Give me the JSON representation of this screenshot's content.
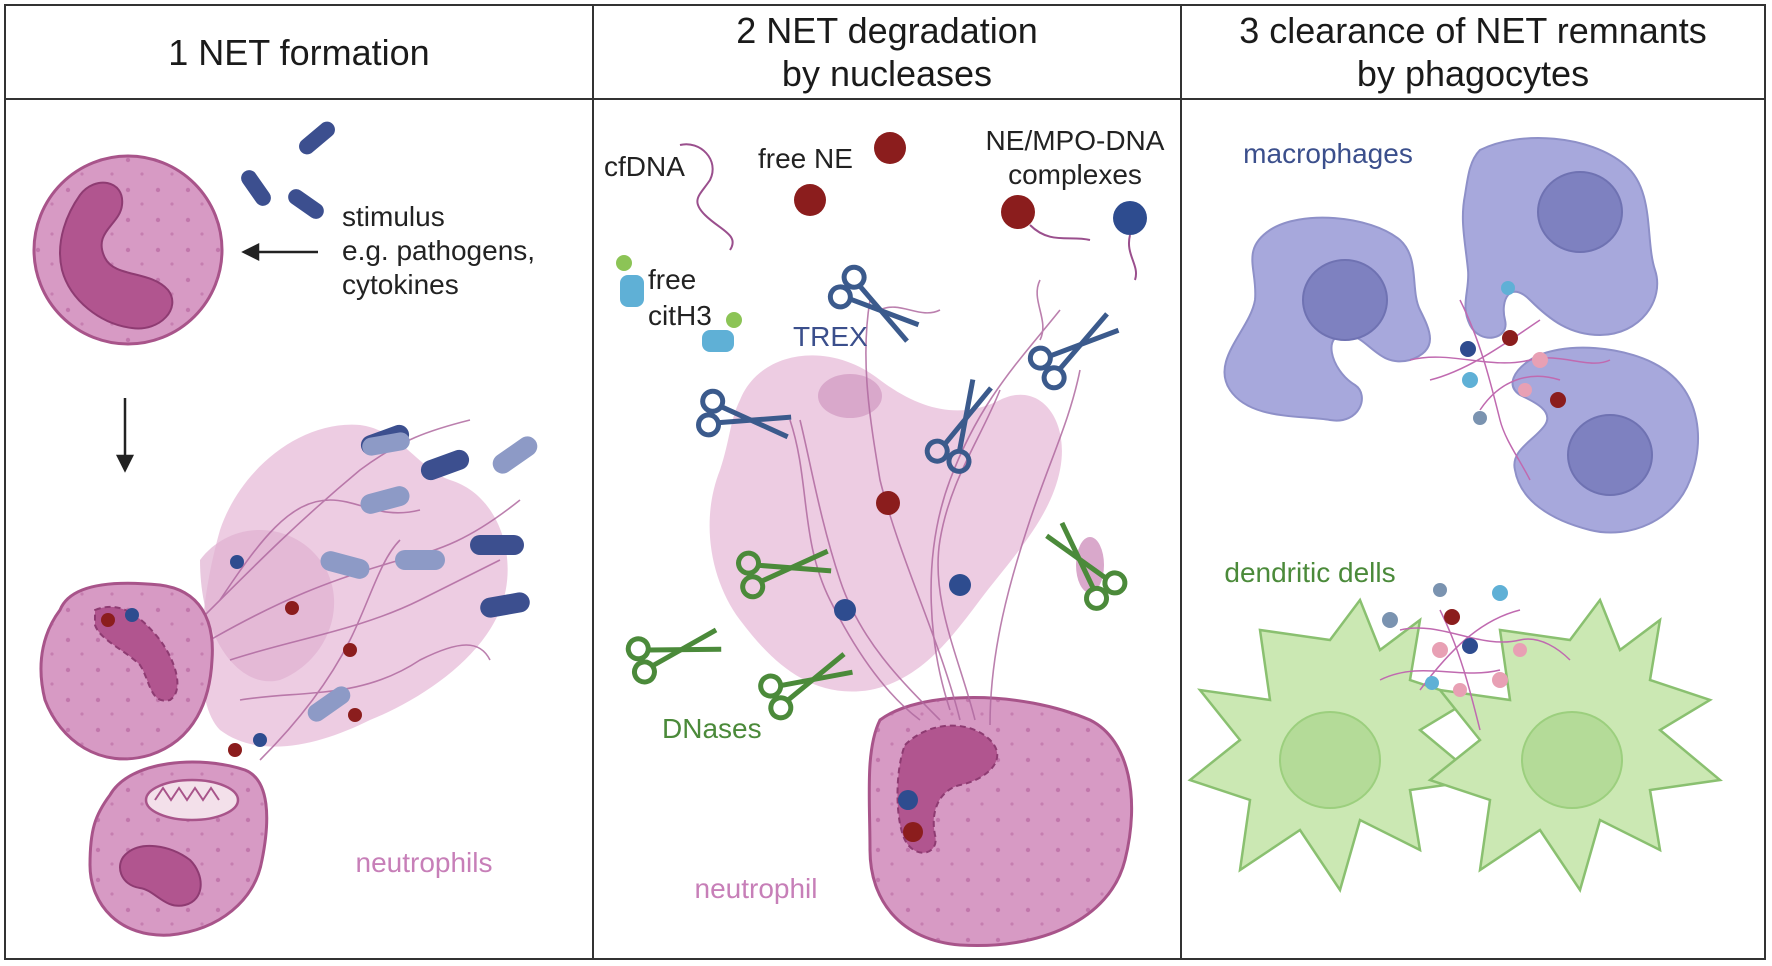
{
  "panels": [
    {
      "title": "1 NET formation"
    },
    {
      "title": "2 NET degradation\nby nucleases"
    },
    {
      "title": "3 clearance of NET remnants\nby phagocytes"
    }
  ],
  "panel1": {
    "stimulus": "stimulus\ne.g. pathogens,\ncytokines",
    "cells_label": "neutrophils"
  },
  "panel2": {
    "cfdna": "cfDNA",
    "free_ne": "free NE",
    "complexes": "NE/MPO-DNA\ncomplexes",
    "free_cith3": "free\ncitH3",
    "trex": "TREX",
    "dnases": "DNases",
    "cell_label": "neutrophil"
  },
  "panel3": {
    "macrophages": "macrophages",
    "dendritic": "dendritic dells"
  },
  "markers": {
    "ne": "NE",
    "mpo": "MPO",
    "cit": "cit"
  },
  "colors": {
    "neutrophil": "#d79ac4",
    "nucleus": "#b1558f",
    "net_cloud": "#ebc6df",
    "bacteria": "#3c4f8f",
    "ne": "#8b1d1d",
    "mpo": "#2e4c8f",
    "trex_scissors": "#3b5a8c",
    "dnase_scissors": "#4b8a3a",
    "macrophage": "#a7a8dc",
    "dendritic": "#cbe8b3"
  }
}
